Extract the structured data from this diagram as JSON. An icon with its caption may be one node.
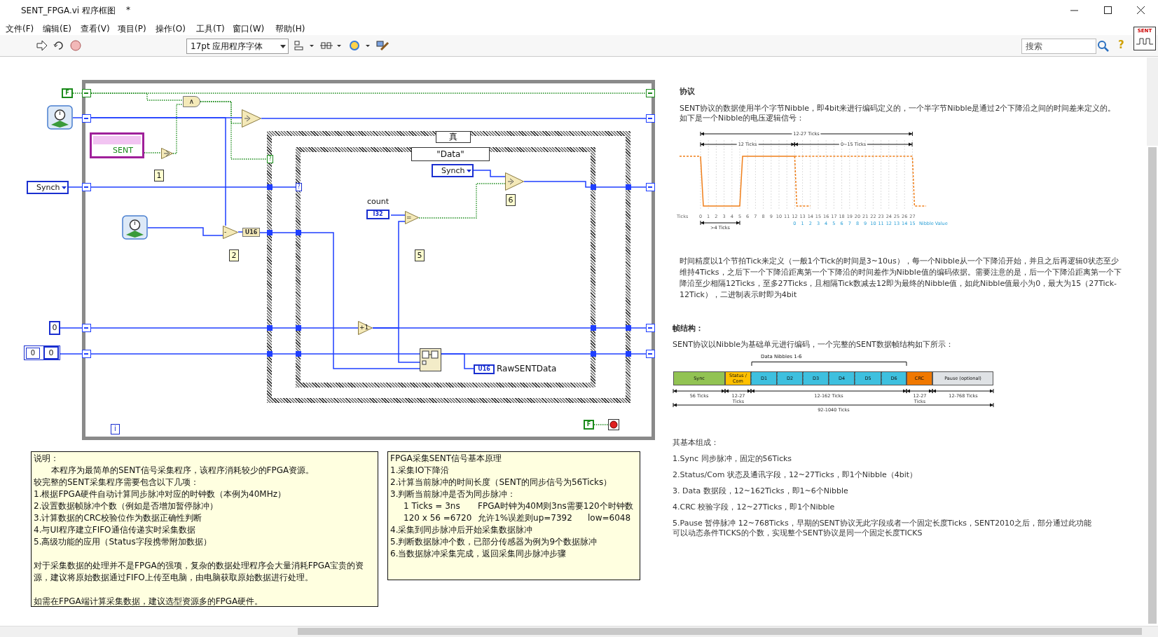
{
  "diagram": {
    "nodes": [
      {
        "text": [],
        "shape": "box"
      },
      {
        "text": [
          "真"
        ],
        "in": 0
      },
      {
        "text": [
          "\"Data\""
        ],
        "in": 1
      },
      {
        "text": [
          "F"
        ]
      },
      {
        "text": [],
        "shape": "picture"
      },
      {
        "text": [
          "SENT"
        ],
        "in": 0
      },
      {
        "text": [],
        "shape": "triangle",
        "in": 0
      },
      {
        "text": [
          "∧"
        ],
        "in": 0
      },
      {
        "text": [],
        "shape": "triangle",
        "in": 0
      },
      {
        "text": [
          "Synch"
        ]
      },
      {
        "text": [],
        "shape": "picture",
        "in": 0
      },
      {
        "text": [
          "-"
        ],
        "in": 0
      },
      {
        "text": [
          "U16"
        ],
        "in": 0
      },
      {
        "text": [
          "count",
          "I32"
        ],
        "in": 2
      },
      {
        "text": [
          "="
        ],
        "in": 2
      },
      {
        "text": [
          "Synch"
        ],
        "in": 2
      },
      {
        "text": [],
        "shape": "triangle",
        "in": 2
      },
      {
        "text": [
          "0"
        ]
      },
      {
        "text": [
          "0",
          "0"
        ]
      },
      {
        "text": [
          "+1"
        ],
        "in": 2
      },
      {
        "text": [],
        "shape": "box",
        "in": 2
      },
      {
        "text": [
          "U16",
          "RawSENTData"
        ],
        "in": 2
      },
      {
        "text": [
          "F"
        ],
        "in": 0
      },
      {
        "text": [],
        "shape": "circle",
        "in": 0
      },
      {
        "text": [
          "i"
        ],
        "in": 0
      },
      {
        "text": [
          "说明：",
          "本程序为最简单的SENT信号采集程序，该程序消耗较少的FPGA资源。",
          "较完整的SENT采集程序需要包含以下几项：",
          "1.根据FPGA硬件自动计算同步脉冲对应的时钟数（本例为40MHz）",
          "2.设置数据帧脉冲个数（例如是否增加暂停脉冲）",
          "3.计算数据的CRC校验位作为数据正确性判断",
          "4.与UI程序建立FIFO通信传递实时采集数据",
          "5.高级功能的应用（Status字段携带附加数据）",
          "对于采集数据的处理并不是FPGA的强项，复杂的数据处理程序会大量消耗FPGA宝贵的资源，建议将原始数据通过FIFO上传至电脑，由电脑获取原始数据进行处理。",
          "如需在FPGA端计算采集数据，建议选型资源多的FPGA硬件。"
        ]
      },
      {
        "text": [
          "FPGA采集SENT信号基本原理",
          "1.采集IO下降沿",
          "2.计算当前脉冲的时间长度（SENT的同步信号为56Ticks）",
          "3.判断当前脉冲是否为同步脉冲：",
          "1 Ticks = 3ns",
          "FPGA时钟为40M则3ns需要120个时钟数",
          "120 x 56 =6720",
          "允许1%误差则up=7392",
          "low=6048",
          "4.采集到同步脉冲后开始采集数据脉冲",
          "5.判断数据脉冲个数，已部分传感器为例为9个数据脉冲",
          "6.当数据脉冲采集完成，返回采集同步脉冲步骤"
        ]
      },
      {
        "text": [
          "Sync"
        ]
      },
      {
        "text": [
          "Status / Com"
        ]
      },
      {
        "text": [
          "D1"
        ]
      },
      {
        "text": [
          "D2"
        ]
      },
      {
        "text": [
          "D3"
        ]
      },
      {
        "text": [
          "D4"
        ]
      },
      {
        "text": [
          "D5"
        ]
      },
      {
        "text": [
          "D6"
        ]
      },
      {
        "text": [
          "CRC"
        ]
      },
      {
        "text": [
          "Pause (optional)"
        ]
      },
      {
        "text": [],
        "shape": "box",
        "in": 0
      },
      {
        "text": [],
        "shape": "box",
        "in": 0
      },
      {
        "text": [],
        "shape": "box",
        "in": 0
      },
      {
        "text": [],
        "shape": "box",
        "in": 0
      },
      {
        "text": [],
        "shape": "box",
        "in": 0
      },
      {
        "text": [],
        "shape": "box",
        "in": 0
      },
      {
        "text": [],
        "shape": "box",
        "in": 0
      },
      {
        "text": [],
        "shape": "box",
        "in": 0
      },
      {
        "text": [],
        "shape": "box",
        "in": 0
      },
      {
        "text": [],
        "shape": "box",
        "in": 0
      }
    ],
    "edges": [
      {
        "from": 3,
        "to": 37,
        "arrow": "none",
        "style": "dashed",
        "color": "#1a8a1a"
      },
      {
        "from": 37,
        "to": 7,
        "arrow": "none",
        "style": "dashed",
        "color": "#1a8a1a"
      },
      {
        "from": 37,
        "to": 38,
        "arrow": "none",
        "style": "dashed",
        "color": "#1a8a1a"
      },
      {
        "from": 5,
        "to": 6,
        "arrow": "none",
        "style": "dashed",
        "color": "#1a8a1a"
      },
      {
        "from": 6,
        "to": 7,
        "arrow": "none",
        "style": "dashed",
        "color": "#1a8a1a"
      },
      {
        "from": 7,
        "to": 1,
        "arrow": "none",
        "style": "dashed",
        "color": "#1a8a1a"
      },
      {
        "from": 7,
        "to": 8,
        "arrow": "none",
        "style": "dashed",
        "color": "#1a8a1a"
      },
      {
        "from": 4,
        "to": 39,
        "arrow": "none"
      },
      {
        "from": 39,
        "to": 8,
        "arrow": "none"
      },
      {
        "from": 39,
        "to": 11,
        "arrow": "none"
      },
      {
        "from": 10,
        "to": 11,
        "arrow": "none"
      },
      {
        "from": 11,
        "to": 12,
        "arrow": "none"
      },
      {
        "from": 12,
        "to": 20,
        "arrow": "none"
      },
      {
        "from": 9,
        "to": 41,
        "arrow": "none"
      },
      {
        "from": 41,
        "to": 2,
        "arrow": "none"
      },
      {
        "from": 15,
        "to": 16,
        "arrow": "none"
      },
      {
        "from": 14,
        "to": 16,
        "arrow": "none",
        "style": "dashed",
        "color": "#1a8a1a"
      },
      {
        "from": 13,
        "to": 14,
        "arrow": "none"
      },
      {
        "from": 17,
        "to": 43,
        "arrow": "none"
      },
      {
        "from": 43,
        "to": 19,
        "arrow": "none"
      },
      {
        "from": 19,
        "to": 14,
        "arrow": "none"
      },
      {
        "from": 19,
        "to": 20,
        "arrow": "none"
      },
      {
        "from": 19,
        "to": 44,
        "arrow": "none"
      },
      {
        "from": 18,
        "to": 45,
        "arrow": "none"
      },
      {
        "from": 45,
        "to": 20,
        "arrow": "none"
      },
      {
        "from": 20,
        "to": 46,
        "arrow": "none"
      },
      {
        "from": 20,
        "to": 21,
        "arrow": "none"
      },
      {
        "from": 8,
        "to": 40,
        "arrow": "none"
      },
      {
        "from": 16,
        "to": 42,
        "arrow": "none"
      },
      {
        "from": 22,
        "to": 23,
        "arrow": "none",
        "style": "dashed",
        "color": "#1a8a1a"
      }
    ],
    "labels": [
      "SENT_FPGA.vi 程序框图",
      "*",
      "文件(F)",
      "编辑(E)",
      "查看(V)",
      "项目(P)",
      "操作(O)",
      "工具(T)",
      "窗口(W)",
      "帮助(H)",
      "17pt 应用程序字体",
      "搜索",
      "?",
      "SENT",
      "?",
      "?",
      "1",
      "6",
      "2",
      "5",
      "协议",
      "SENT协议的数据使用半个字节Nibble，即4bit来进行编码定义的，一个半字节Nibble是通过2个下降沿之间的时间差来定义的。如下是一个Nibble的电压逻辑信号：",
      "12-27 Ticks",
      "12 Ticks",
      "0~15 Ticks",
      "Ticks",
      "0",
      "1",
      "2",
      "3",
      "4",
      "5",
      "6",
      "7",
      "8",
      "9",
      "10",
      "11",
      "12",
      "13",
      "14",
      "15",
      "16",
      "17",
      "18",
      "19",
      "20",
      "21",
      "22",
      "23",
      "24",
      "25",
      "26",
      "27",
      "0",
      "1",
      "2",
      "3",
      "4",
      "5",
      "6",
      "7",
      "8",
      "9",
      "10",
      "11",
      "12",
      "13",
      "14",
      "15",
      "Nibble Value",
      ">4 Ticks",
      "时间精度以1个节拍Tick来定义（一般1个Tick的时间是3~10us），每一个Nibble从一个下降沿开始，并且之后再逻辑0状态至少维持4Ticks，之后下一个下降沿距离第一个下降沿的时间差作为Nibble值的编码依据。需要注意的是，后一个下降沿距离第一个下降沿至少相隔12Ticks，至多27Ticks，且相隔Tick数减去12即为最终的Nibble值，如此Nibble值最小为0，最大为15（27Tick-12Tick），二进制表示时即为4bit",
      "帧结构：",
      "SENT协议以Nibble为基础单元进行编码，一个完整的SENT数据帧结构如下所示：",
      "Data Nibbles 1-6",
      "56 Ticks",
      "12-27 Ticks",
      "12-162 Ticks",
      "12-27 Ticks",
      "12-768 Ticks",
      "92-1040 Ticks",
      "其基本组成：",
      "1.Sync 同步脉冲，固定的56Ticks",
      "2.Status/Com 状态及通讯字段，12~27Ticks，即1个Nibble（4bit）",
      "3. Data 数据段，12~162Ticks，即1~6个Nibble",
      "4.CRC 校验字段，12~27Ticks，即1个Nibble",
      "5.Pause 暂停脉冲 12~768Ticks，早期的SENT协议无此字段或者一个固定长度Ticks，SENT2010之后，部分通过此功能可以动态条件TICKS的个数，实现整个SENT协议是同一个固定长度TICKS"
    ]
  }
}
